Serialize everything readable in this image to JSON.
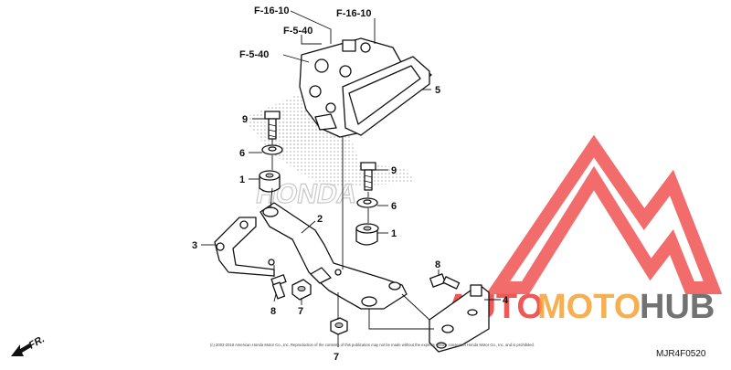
{
  "diagram": {
    "refs": {
      "f16_left": "F-16-10",
      "f16_right": "F-16-10",
      "f540_top": "F-5-40",
      "f540_left": "F-5-40"
    },
    "callouts": {
      "c5": "5",
      "c9a": "9",
      "c6a": "6",
      "c1a": "1",
      "c9b": "9",
      "c6b": "6",
      "c1b": "1",
      "c2": "2",
      "c3": "3",
      "c8a": "8",
      "c7a": "7",
      "c8b": "8",
      "c4": "4",
      "c7b": "7"
    },
    "direction_label": "FR.",
    "diagram_code": "MJR4F0520",
    "copyright": "(c) 2003-2018 American Honda Motor Co., Inc. Reproduction of the contents of this publication may not be made without the express written consent of Honda Motor Co., Inc. and is prohibited.",
    "watermark": {
      "brand": "HONDA",
      "text_auto": "AUTO",
      "text_moto": "MOTO",
      "text_hub": "HUB"
    }
  },
  "colors": {
    "line": "#111111",
    "watermark_red": "#ee3b3b",
    "watermark_orange": "#f4a336",
    "watermark_gray": "#5a5a5a",
    "honda_dots": "#c8c8c8"
  }
}
